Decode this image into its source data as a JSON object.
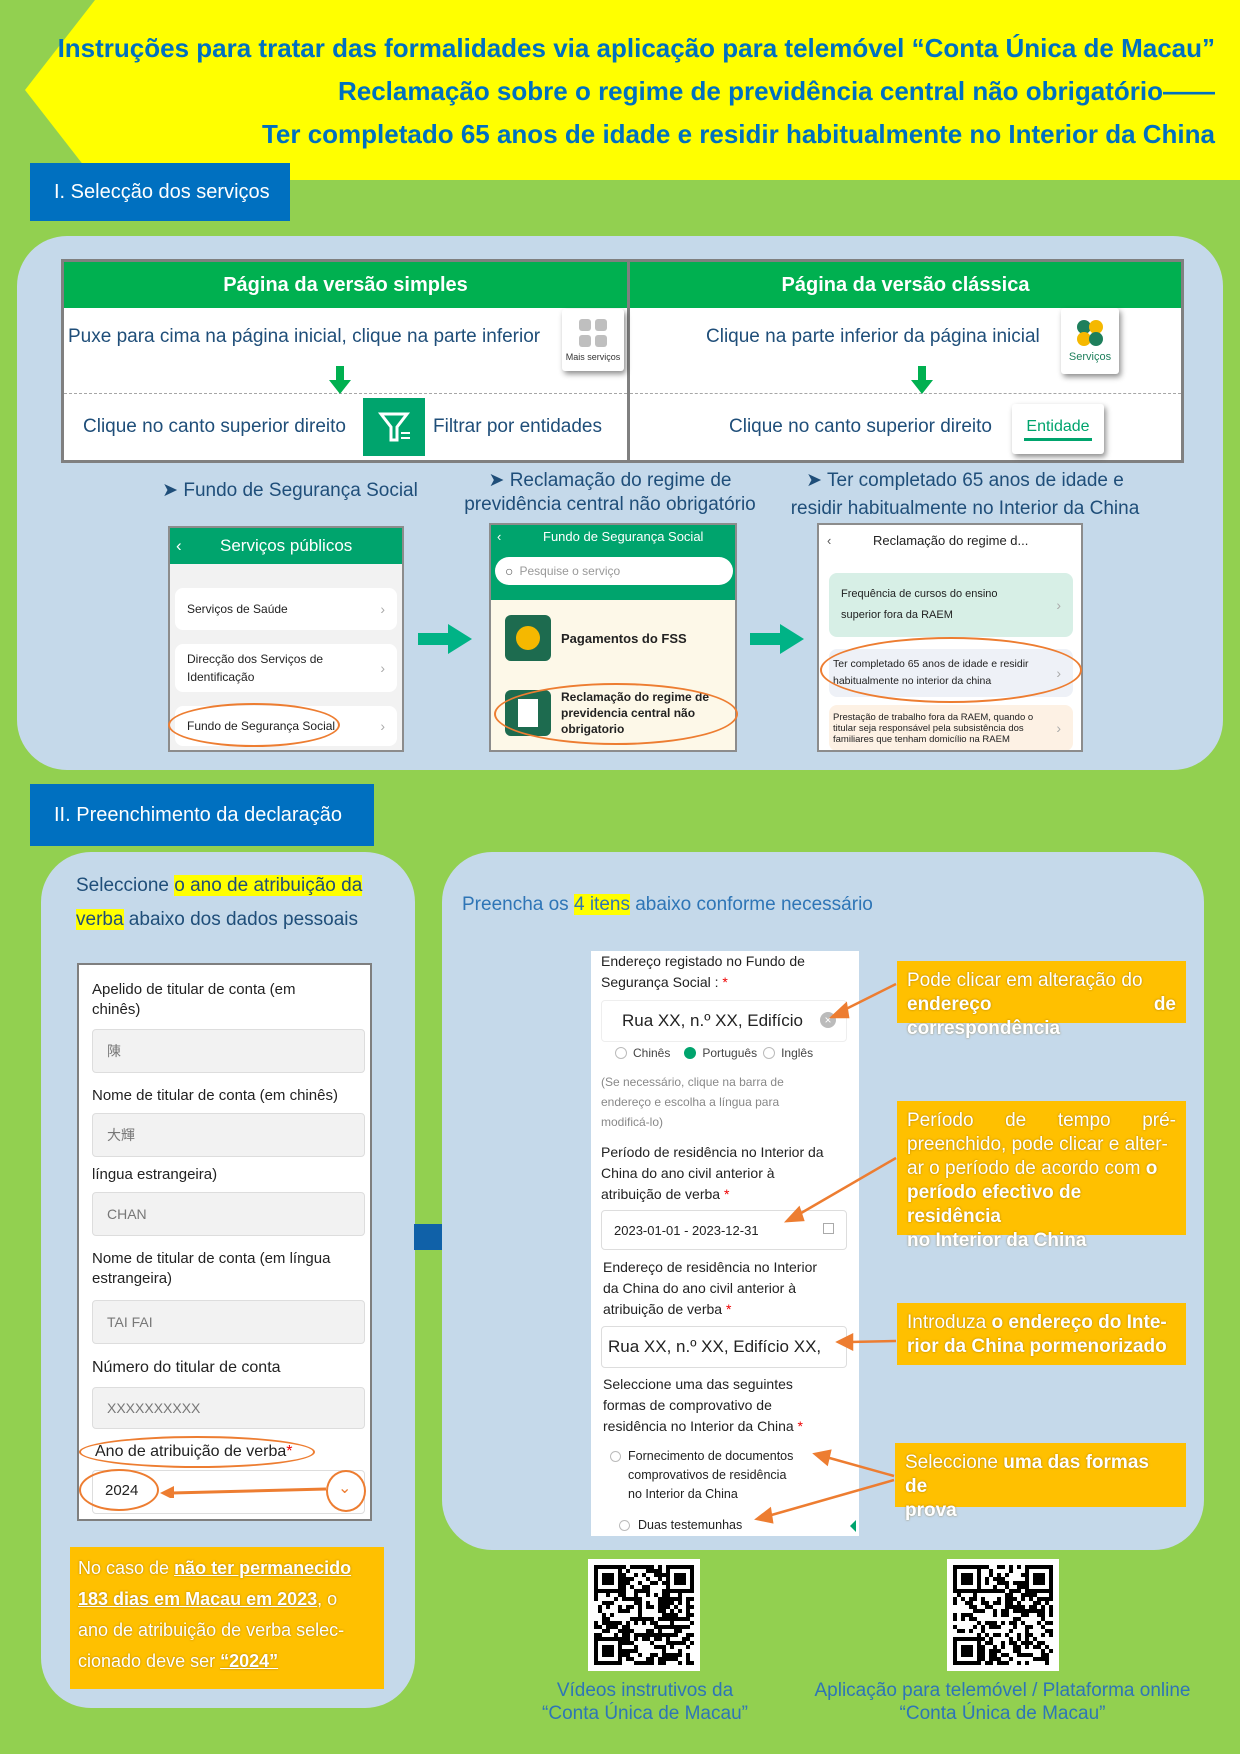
{
  "header": {
    "line1": "Instruções para tratar das formalidades via aplicação para telemóvel   “Conta Única de Macau”",
    "line2": "Reclamação sobre o regime de previdência central não obrigatório——",
    "line3": "Ter completado 65 anos de idade e residir habitualmente no Interior da China"
  },
  "section1": {
    "label": "I. Selecção dos serviços",
    "simple": {
      "title": "Página da versão simples",
      "step1": "Puxe para cima na página inicial, clique na parte inferior",
      "tile1": "Mais serviços",
      "step2a": "Clique no canto superior direito",
      "step2b": "Filtrar por entidades"
    },
    "classic": {
      "title": "Página da versão clássica",
      "step1": "Clique na parte inferior da página inicial",
      "tile1": "Serviços",
      "step2": "Clique no canto superior direito",
      "tile2": "Entidade"
    },
    "captions": [
      "➤ Fundo de Segurança Social",
      "➤ Reclamação do regime de",
      "previdência central não obrigatório",
      "➤ Ter completado 65 anos de idade e",
      "residir habitualmente no Interior da China"
    ],
    "phone1": {
      "title": "Serviços públicos",
      "items": [
        "Serviços de Saúde",
        "Direcção dos Serviços de",
        "Identificação",
        "Fundo de Segurança Social"
      ]
    },
    "phone2": {
      "title": "Fundo de Segurança Social",
      "search_placeholder": "Pesquise o serviço",
      "item1": "Pagamentos do FSS",
      "item2a": "Reclamação do regime de",
      "item2b": "previdencia central não",
      "item2c": "obrigatorio"
    },
    "phone3": {
      "title": "Reclamação do regime d...",
      "item1a": "Frequência de cursos do ensino",
      "item1b": "superior fora da RAEM",
      "item2a": "Ter completado 65 anos de idade e residir",
      "item2b": "habitualmente no interior da china",
      "item3a": "Prestação de trabalho fora da RAEM, quando o",
      "item3b": "titular seja responsável pela subsistência dos",
      "item3c": "familiares que tenham domicílio na RAEM"
    }
  },
  "section2": {
    "label": "II. Preenchimento da declaração",
    "left": {
      "intro_a": "Seleccione ",
      "intro_hl1": "o ano de atribuição da",
      "intro_hl2": "verba",
      "intro_b": " abaixo dos dados pessoais",
      "form": {
        "f1_label_a": "Apelido de titular de conta (em",
        "f1_label_b": "chinês)",
        "f1_value": "陳",
        "f2_label": "Nome de titular de conta (em chinês)",
        "f2_value": "大輝",
        "f3_label": "língua estrangeira)",
        "f3_value": "CHAN",
        "f4_label_a": "Nome de titular de conta (em língua",
        "f4_label_b": "estrangeira)",
        "f4_value": "TAI FAI",
        "f5_label": "Número do titular de conta",
        "f5_value": "XXXXXXXXXX",
        "f6_label": "Ano de atribuição de verba",
        "f6_value": "2024"
      },
      "note": {
        "a": "No caso de ",
        "b": "não ter permanecido",
        "c": "183 dias em Macau em 2023",
        "d": ", o",
        "e": "ano de atribuição de verba selec-",
        "f": "cionado deve ser  ",
        "g": "“2024”"
      }
    },
    "right": {
      "intro_a": "Preencha os ",
      "intro_hl": "4 itens",
      "intro_b": " abaixo conforme necessário",
      "form": {
        "addr_label_a": "Endereço registado no Fundo de",
        "addr_label_b": "Segurança Social :",
        "addr_value": "Rua XX, n.º XX, Edifício",
        "lang1": "Chinês",
        "lang2": "Português",
        "lang3": "Inglês",
        "hint_a": "(Se necessário, clique na barra de",
        "hint_b": "endereço e escolha a língua para",
        "hint_c": "modificá-lo)",
        "period_label_a": "Período de residência no Interior da",
        "period_label_b": "China do ano civil anterior à",
        "period_label_c": "atribuição de verba",
        "period_value": "2023-01-01 - 2023-12-31",
        "res_label_a": "Endereço de residência no Interior",
        "res_label_b": "da China do ano civil anterior à",
        "res_label_c": "atribuição de verba",
        "res_value": "Rua XX, n.º XX, Edifício XX,",
        "proof_label_a": "Seleccione uma das seguintes",
        "proof_label_b": "formas de comprovativo de",
        "proof_label_c": "residência no Interior da China",
        "opt1_a": "Fornecimento de documentos",
        "opt1_b": "comprovativos de residência",
        "opt1_c": "no Interior da China",
        "opt2": "Duas testemunhas"
      },
      "notes": {
        "n1_a": "Pode clicar em alteração do",
        "n1_b": "endereço de correspondência",
        "n2_a": "Período de tempo pré-",
        "n2_b": "preenchido, pode clicar e alter-",
        "n2_c": "ar o período de acordo com ",
        "n2_d": "o",
        "n2_e": "período efectivo de residência",
        "n2_f": "no Interior da China",
        "n3_a": "Introduza ",
        "n3_b": "o endereço do Inte-",
        "n3_c": "rior da China pormenorizado",
        "n4_a": "Seleccione ",
        "n4_b": "uma das formas de",
        "n4_c": "prova"
      }
    }
  },
  "footer": {
    "qr1_a": "Vídeos instrutivos da",
    "qr1_b": "“Conta Única de Macau”",
    "qr2_a": "Aplicação para telemóvel / Plataforma online",
    "qr2_b": "“Conta Única de Macau”"
  },
  "colors": {
    "green_bg": "#92d050",
    "yellow": "#ffff00",
    "blue": "#0070c0",
    "panel": "#c5d9ea",
    "table_head": "#00b050",
    "orange": "#ed7d31",
    "note": "#ffc000"
  }
}
